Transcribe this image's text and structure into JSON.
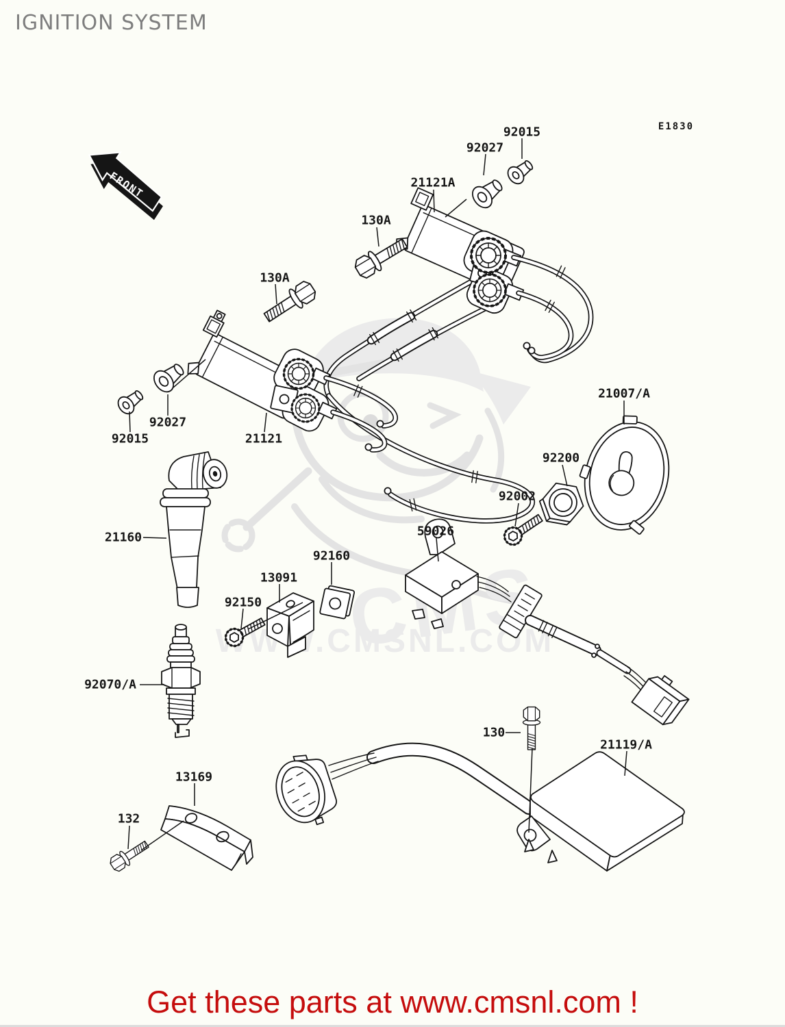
{
  "page": {
    "title": "IGNITION SYSTEM",
    "diagram_code": "E1830",
    "front_label": "FRONT",
    "footer_text": "Get these parts at www.cmsnl.com !",
    "watermark": {
      "brand": "CMS",
      "url": "WWW.CMSNL.COM"
    },
    "colors": {
      "accent_red": "#c50d0d",
      "title_gray": "#7e7e7e",
      "line": "#151515",
      "watermark_gray": "#e3e3e3",
      "watermark_gray2": "#ebebeb",
      "background": "#fcfdf7"
    }
  },
  "parts": [
    {
      "ref": "bushing-top",
      "text": "92015"
    },
    {
      "ref": "grommet-top",
      "text": "92027"
    },
    {
      "ref": "coil-top",
      "text": "21121A"
    },
    {
      "ref": "bolt-130a-top",
      "text": "130A"
    },
    {
      "ref": "bolt-130a-left",
      "text": "130A"
    },
    {
      "ref": "grommet-left",
      "text": "92027"
    },
    {
      "ref": "bushing-left",
      "text": "92015"
    },
    {
      "ref": "coil-left",
      "text": "21121"
    },
    {
      "ref": "rotor-cover",
      "text": "21007/A"
    },
    {
      "ref": "nut",
      "text": "92200"
    },
    {
      "ref": "bolt-92002",
      "text": "92002"
    },
    {
      "ref": "pickup-coil",
      "text": "59026"
    },
    {
      "ref": "plate-92160",
      "text": "92160"
    },
    {
      "ref": "bracket-13091",
      "text": "13091"
    },
    {
      "ref": "bolt-92150",
      "text": "92150"
    },
    {
      "ref": "plug-cap",
      "text": "21160"
    },
    {
      "ref": "spark-plug",
      "text": "92070/A"
    },
    {
      "ref": "bolt-130",
      "text": "130"
    },
    {
      "ref": "igniter",
      "text": "21119/A"
    },
    {
      "ref": "bracket-13169",
      "text": "13169"
    },
    {
      "ref": "bolt-132",
      "text": "132"
    }
  ]
}
